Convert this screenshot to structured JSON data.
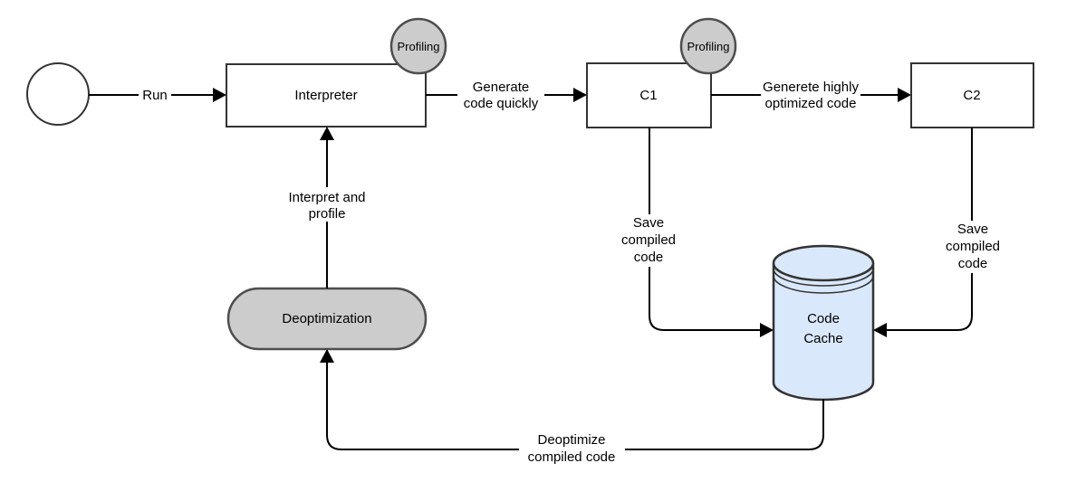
{
  "diagram": {
    "nodes": {
      "start": {
        "shape": "circle"
      },
      "interpreter": {
        "label": "Interpreter"
      },
      "profiling_interpreter": {
        "label": "Profiling"
      },
      "c1": {
        "label": "C1"
      },
      "profiling_c1": {
        "label": "Profiling"
      },
      "c2": {
        "label": "C2"
      },
      "deoptimization": {
        "label": "Deoptimization"
      },
      "code_cache": {
        "label_line1": "Code",
        "label_line2": "Cache"
      }
    },
    "edges": {
      "run": {
        "label": "Run"
      },
      "generate_code": {
        "label_line1": "Generate",
        "label_line2": "code quickly"
      },
      "generate_optimized": {
        "label_line1": "Generete highly",
        "label_line2": "optimized code"
      },
      "interpret_profile": {
        "label_line1": "Interpret and",
        "label_line2": "profile"
      },
      "save_c1": {
        "label_line1": "Save",
        "label_line2": "compiled",
        "label_line3": "code"
      },
      "save_c2": {
        "label_line1": "Save",
        "label_line2": "compiled",
        "label_line3": "code"
      },
      "deoptimize": {
        "label_line1": "Deoptimize",
        "label_line2": "compiled code"
      }
    },
    "colors": {
      "background": "#ffffff",
      "node_fill": "#ffffff",
      "gray_fill": "#cccccc",
      "cylinder_fill": "#dae8fc",
      "node_stroke": "#333333",
      "gray_stroke": "#4d4d4d",
      "edge_stroke": "#000000",
      "text": "#000000"
    }
  }
}
